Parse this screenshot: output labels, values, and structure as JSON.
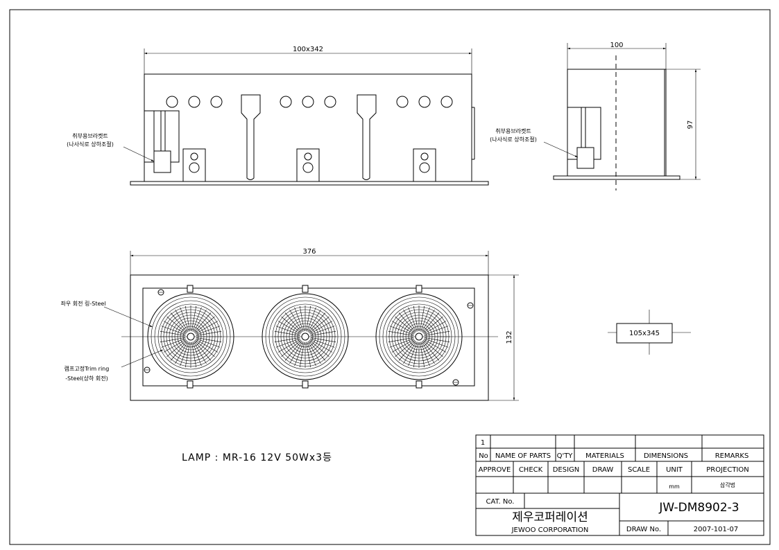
{
  "dimensions": {
    "front_width": "100x342",
    "side_width": "100",
    "side_height": "97",
    "bottom_width": "376",
    "bottom_height": "132",
    "cutout": "105x345"
  },
  "notes": {
    "bracket_line1": "취부용브라켓트",
    "bracket_line2": "(나사식로 상하조절)",
    "rotation_ring": "좌우 회전 링-Steel",
    "trim_ring_line1": "램프고정Trim ring",
    "trim_ring_line2": "-Steel(상하 회전)",
    "lamp_spec": "LAMP : MR-16 12V 50Wx3등"
  },
  "title_block": {
    "row_number": "1",
    "headers": [
      "No",
      "NAME OF PARTS",
      "Q'TY",
      "MATERIALS",
      "DIMENSIONS",
      "REMARKS"
    ],
    "approvals": [
      "APPROVE",
      "CHECK",
      "DESIGN",
      "DRAW",
      "SCALE",
      "UNIT",
      "PROJECTION"
    ],
    "unit_value": "mm",
    "projection_value": "삼각법",
    "cat_no_label": "CAT. No.",
    "company_korean": "제우코퍼레이션",
    "company_english": "JEWOO CORPORATION",
    "drawing_number": "JW-DM8902-3",
    "draw_no_label": "DRAW No.",
    "draw_no_value": "2007-101-07"
  }
}
